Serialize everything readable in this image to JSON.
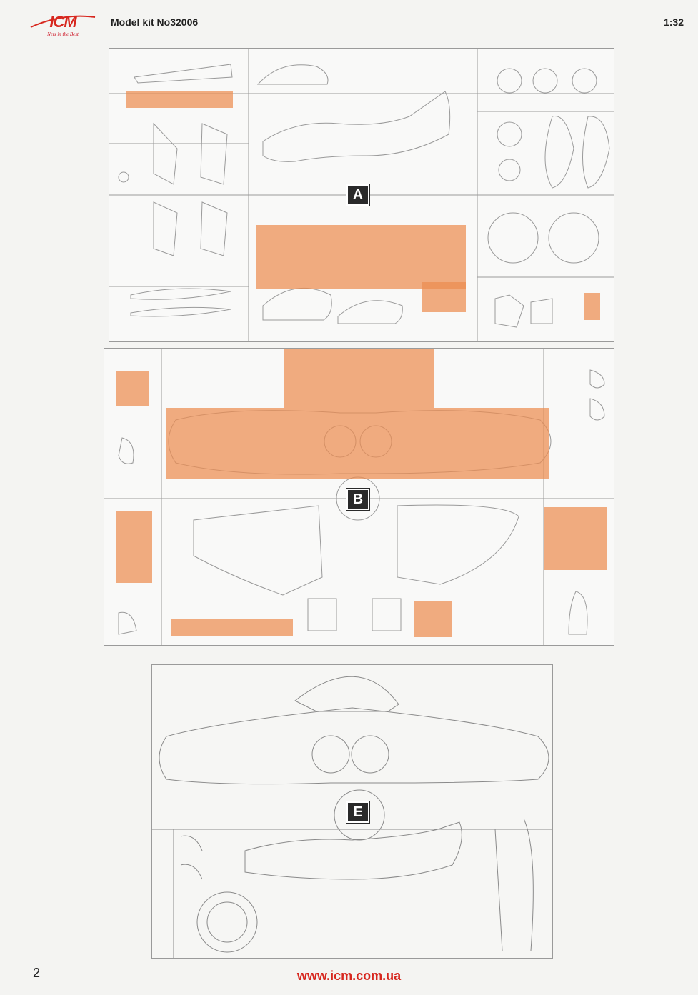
{
  "header": {
    "logo_text": "ICM",
    "logo_tagline": "Nets in the Best",
    "kit_title": "Model kit No32006",
    "scale": "1:32"
  },
  "sprues": {
    "a_label": "A",
    "b_label": "B",
    "e_label": "E"
  },
  "footer": {
    "page_number": "2",
    "url": "www.icm.com.ua"
  },
  "colors": {
    "brand": "#d7271f",
    "highlight": "#ec8c50"
  }
}
